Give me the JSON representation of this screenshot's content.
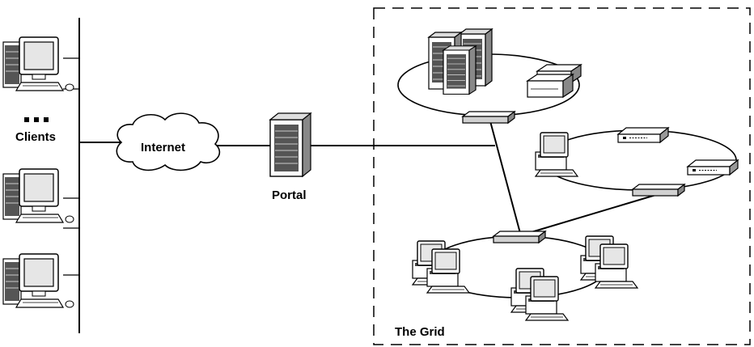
{
  "labels": {
    "clients": "Clients",
    "internet": "Internet",
    "portal": "Portal",
    "grid": "The Grid",
    "ellipsis": "..."
  },
  "icons": {
    "client_pc": "desktop-computer-icon",
    "internet_cloud": "cloud-icon",
    "portal_server": "tower-server-icon",
    "grid_servers": "server-cluster-icon",
    "network_switch": "network-hub-icon",
    "workstation": "workstation-icon"
  },
  "colors": {
    "line": "#000000",
    "background": "#ffffff",
    "device_fill": "#ffffff",
    "device_shade": "#b0b0b0",
    "screen": "#e6e6e6"
  }
}
